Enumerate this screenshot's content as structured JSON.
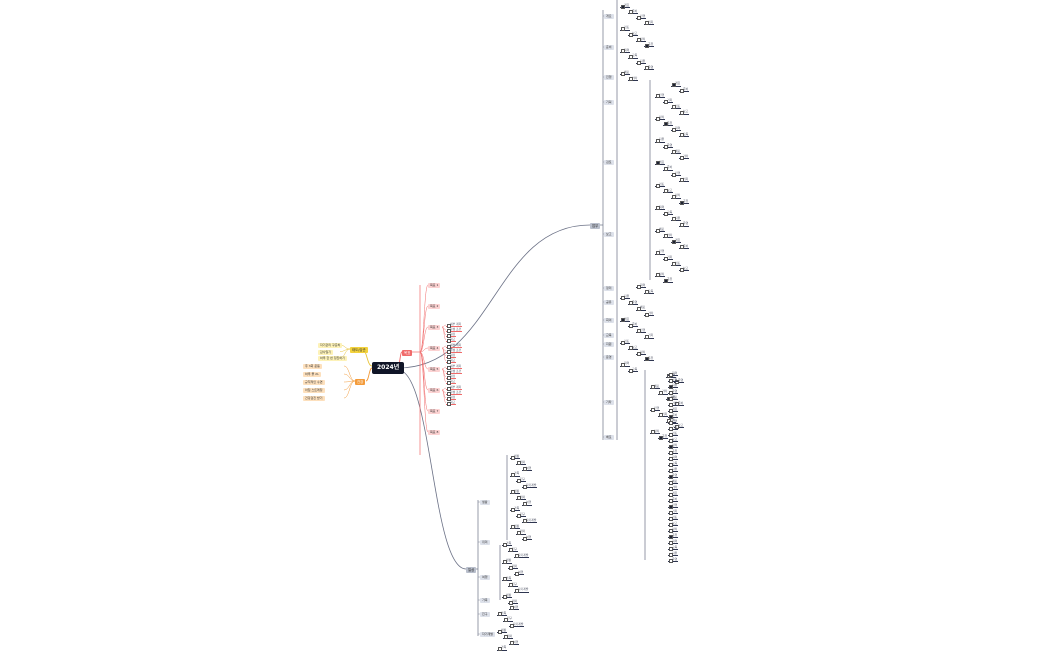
{
  "root": {
    "label": "2024년"
  },
  "hubs": {
    "red": "목표",
    "yellow": "태도/습관",
    "orange": "건강",
    "gray_top": "업무",
    "gray_bottom": "일상"
  },
  "yellow_items": [
    "자기관리 꾸준히",
    "감사일기",
    "하루 한 번 칭찬하기"
  ],
  "orange_items": [
    "주 3회 운동",
    "하루 물 2L",
    "규칙적인 수면",
    "아침 스트레칭",
    "건강검진 받기"
  ],
  "red_items": [
    "목표 1",
    "목표 2",
    "목표 3",
    "목표 4",
    "목표 5",
    "목표 6",
    "목표 7",
    "목표 8"
  ],
  "red_sub": [
    "세부 계획",
    "달성 조건",
    "점검",
    "회고"
  ],
  "top_sections": [
    "개요",
    "준비",
    "진행",
    "기획",
    "검토",
    "보고",
    "정리",
    "공유",
    "회의",
    "교육",
    "지원",
    "운영",
    "배포",
    "기타"
  ],
  "bottom_sections": [
    "생활",
    "취미",
    "여행",
    "가족",
    "친구",
    "자기계발"
  ]
}
